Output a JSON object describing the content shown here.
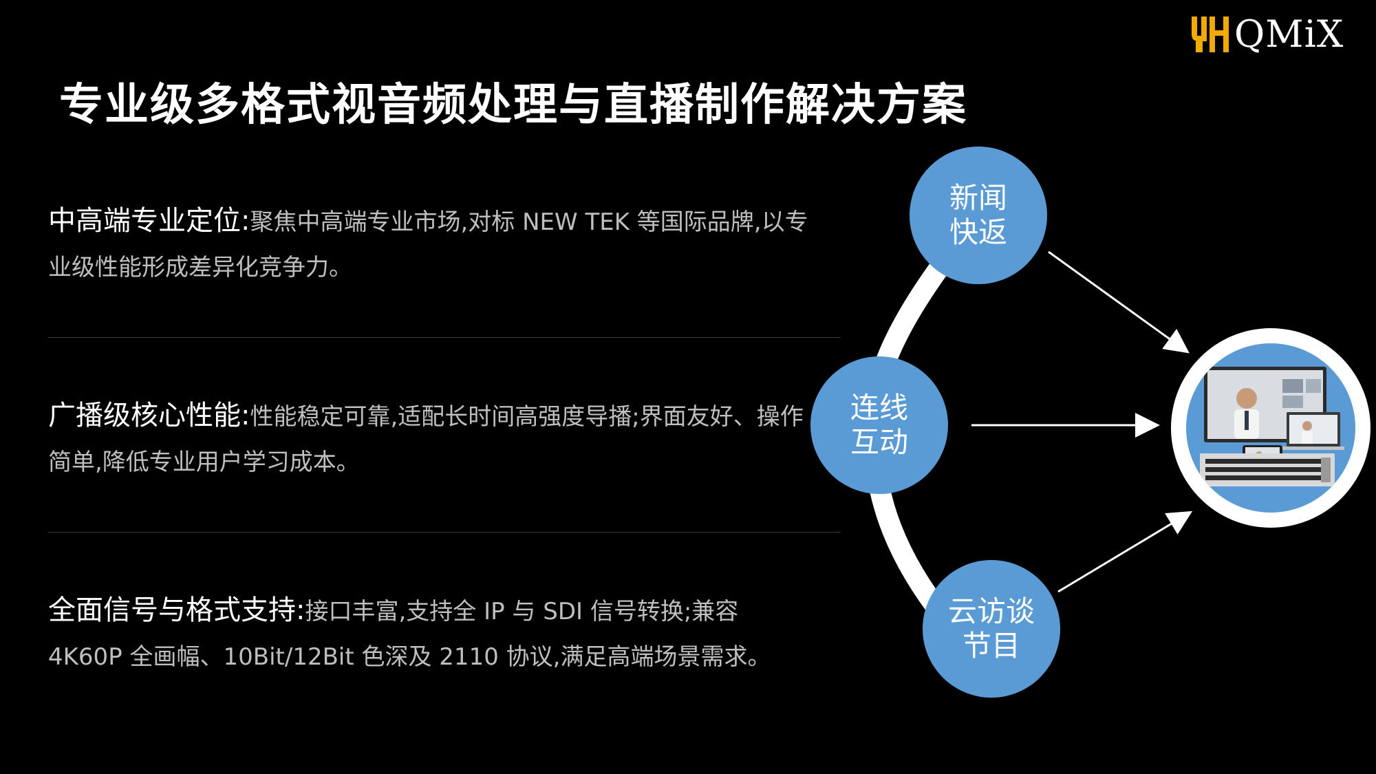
{
  "logo": {
    "text": "QMiX",
    "accent_color": "#f2a900"
  },
  "title": "专业级多格式视音频处理与直播制作解决方案",
  "features": [
    {
      "heading": "中高端专业定位:",
      "text": "聚焦中高端专业市场,对标 NEW TEK 等国际品牌,以专业级性能形成差异化竞争力。"
    },
    {
      "heading": "广播级核心性能:",
      "text": "性能稳定可靠,适配长时间高强度导播;界面友好、操作简单,降低专业用户学习成本。"
    },
    {
      "heading": "全面信号与格式支持:",
      "text": "接口丰富,支持全 IP 与 SDI 信号转换;兼容 4K60P 全画幅、10Bit/12Bit 色深及 2110 协议,满足高端场景需求。"
    }
  ],
  "diagram": {
    "nodes": [
      {
        "line1": "新闻",
        "line2": "快返"
      },
      {
        "line1": "连线",
        "line2": "互动"
      },
      {
        "line1": "云访谈",
        "line2": "节目"
      }
    ],
    "node_color": "#5b9bd5",
    "product_image": "video-production-system-icon"
  }
}
